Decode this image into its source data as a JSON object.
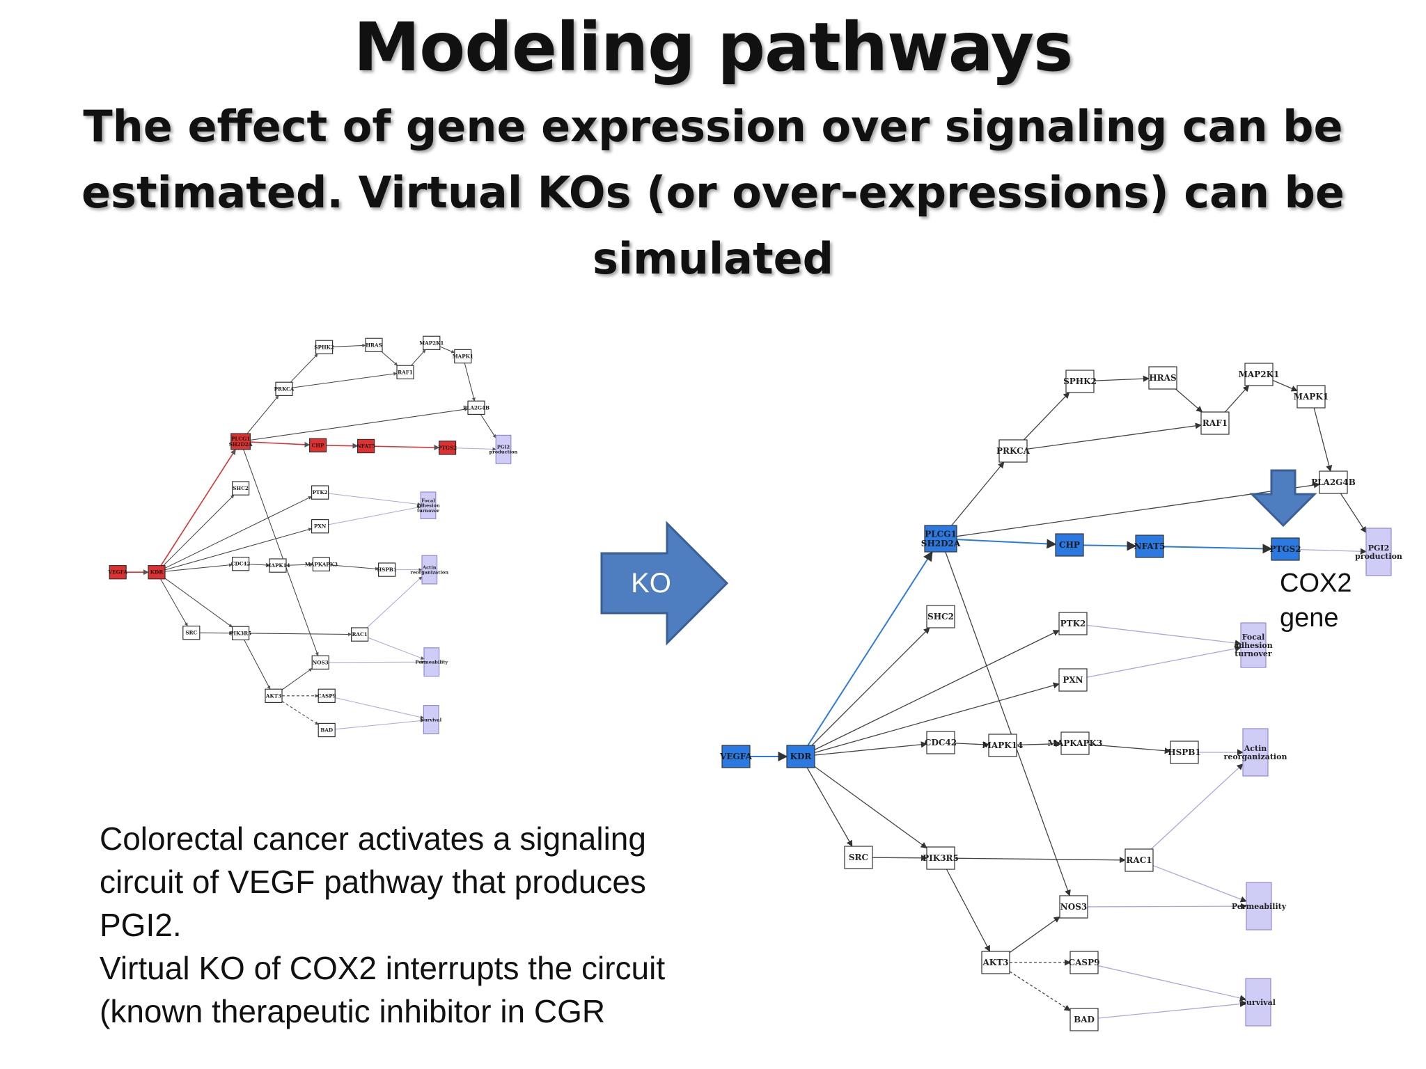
{
  "title": "Modeling pathways",
  "subtitle_lines": [
    "The effect of gene expression over signaling can be",
    "estimated. Virtual KOs (or over-expressions) can be",
    "simulated"
  ],
  "ko_arrow_label": "KO",
  "cox2_lines": [
    "COX2",
    "gene"
  ],
  "caption_lines": [
    "Colorectal cancer activates a signaling",
    "circuit of VEGF pathway that produces",
    "PGI2.",
    "Virtual KO of COX2 interrupts the circuit",
    "(known therapeutic inhibitor in CGR"
  ],
  "colors": {
    "active_left": "#e03030",
    "active_right": "#2a7ae2",
    "output": "#cfcdf5",
    "arrow": "#4f7ec0"
  },
  "nodes": {
    "VEGFA": "VEGFA",
    "KDR": "KDR",
    "PLCG1": "PLCG1\nSH2D2A",
    "SHC2": "SHC2",
    "PTK2": "PTK2",
    "PXN": "PXN",
    "CDC42": "CDC42",
    "MAPK14": "MAPK14",
    "MAPKAPK3": "MAPKAPK3",
    "HSPB1": "HSPB1",
    "SRC": "SRC",
    "PIK3R5": "PIK3R5",
    "RAC1": "RAC1",
    "NOS3": "NOS3",
    "AKT3": "AKT3",
    "CASP9": "CASP9",
    "BAD": "BAD",
    "PRKCA": "PRKCA",
    "SPHK2": "SPHK2",
    "HRAS": "HRAS",
    "RAF1": "RAF1",
    "MAP2K1": "MAP2K1",
    "MAPK1": "MAPK1",
    "PLA2G4B": "PLA2G4B",
    "CHP": "CHP",
    "NFAT5": "NFAT5",
    "PTGS2": "PTGS2",
    "PGI2": "PGI2\nproduction",
    "FOCAL": "Focal\nadhesion\nturnover",
    "ACTIN": "Actin\nreorganization",
    "PERM": "Permeability",
    "SURV": "Survival"
  },
  "left_active": [
    "VEGFA",
    "KDR",
    "PLCG1",
    "CHP",
    "NFAT5",
    "PTGS2"
  ],
  "right_active": [
    "VEGFA",
    "KDR",
    "PLCG1",
    "CHP",
    "NFAT5",
    "PTGS2"
  ]
}
